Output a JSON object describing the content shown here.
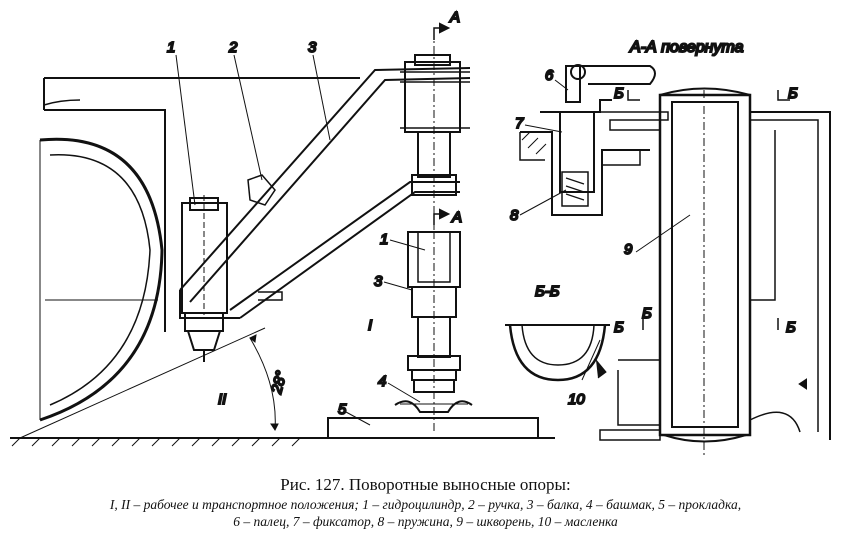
{
  "figure": {
    "title": "Рис. 127. Поворотные выносные опоры:",
    "legend_lines": [
      "I, II – рабочее и транспортное положения; 1 – гидроцилиндр, 2 – ручка, 3 – балка, 4 – башмак, 5 – прокладка,",
      "6 – палец, 7 – фиксатор, 8 – пружина, 9 – шкворень, 10 – масленка"
    ]
  },
  "labels": {
    "section_aa": "А-А повернута",
    "section_bb": "Б-Б",
    "arrow_a_top": "А",
    "arrow_a_mid": "А",
    "arrow_b1": "Б",
    "arrow_b2": "Б",
    "arrow_b3": "Б",
    "arrow_b4": "Б",
    "arrow_b5": "Б",
    "angle": "28°",
    "pos_I": "I",
    "pos_II": "II",
    "n1a": "1",
    "n2": "2",
    "n3a": "3",
    "n1b": "1",
    "n3b": "3",
    "n4": "4",
    "n5": "5",
    "n6": "6",
    "n7": "7",
    "n8": "8",
    "n9": "9",
    "n10": "10"
  }
}
